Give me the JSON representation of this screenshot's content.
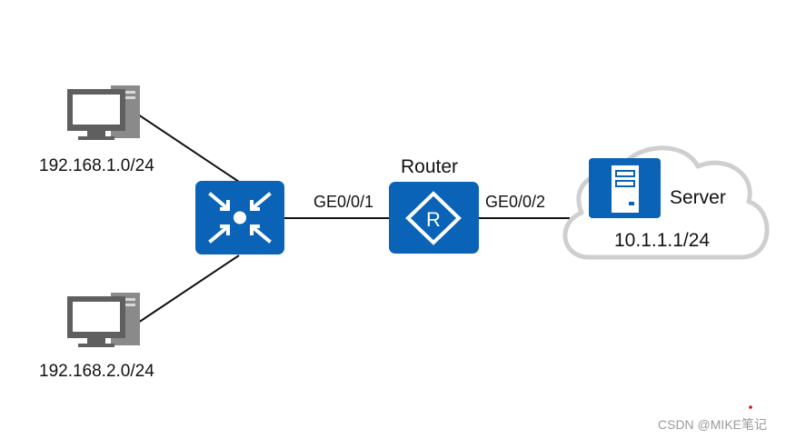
{
  "nodes": {
    "pc1": {
      "label": "192.168.1.0/24",
      "icon": "desktop-pc-icon"
    },
    "pc2": {
      "label": "192.168.2.0/24",
      "icon": "desktop-pc-icon"
    },
    "switch": {
      "icon": "switch-icon"
    },
    "router": {
      "title": "Router",
      "icon": "router-icon",
      "symbol": "R"
    },
    "server": {
      "title": "Server",
      "network": "10.1.1.1/24",
      "icon": "server-icon",
      "container": "cloud-icon"
    }
  },
  "links": {
    "switch_router": {
      "interface": "GE0/0/1"
    },
    "router_server": {
      "interface": "GE0/0/2"
    }
  },
  "watermark": {
    "text": "CSDN @MIKE笔记"
  },
  "colors": {
    "device_blue": "#0a63b6",
    "cloud_stroke": "#c8c8c8",
    "pc_gray": "#6f6f6f",
    "line": "#111111",
    "dot_red": "#d01010"
  }
}
